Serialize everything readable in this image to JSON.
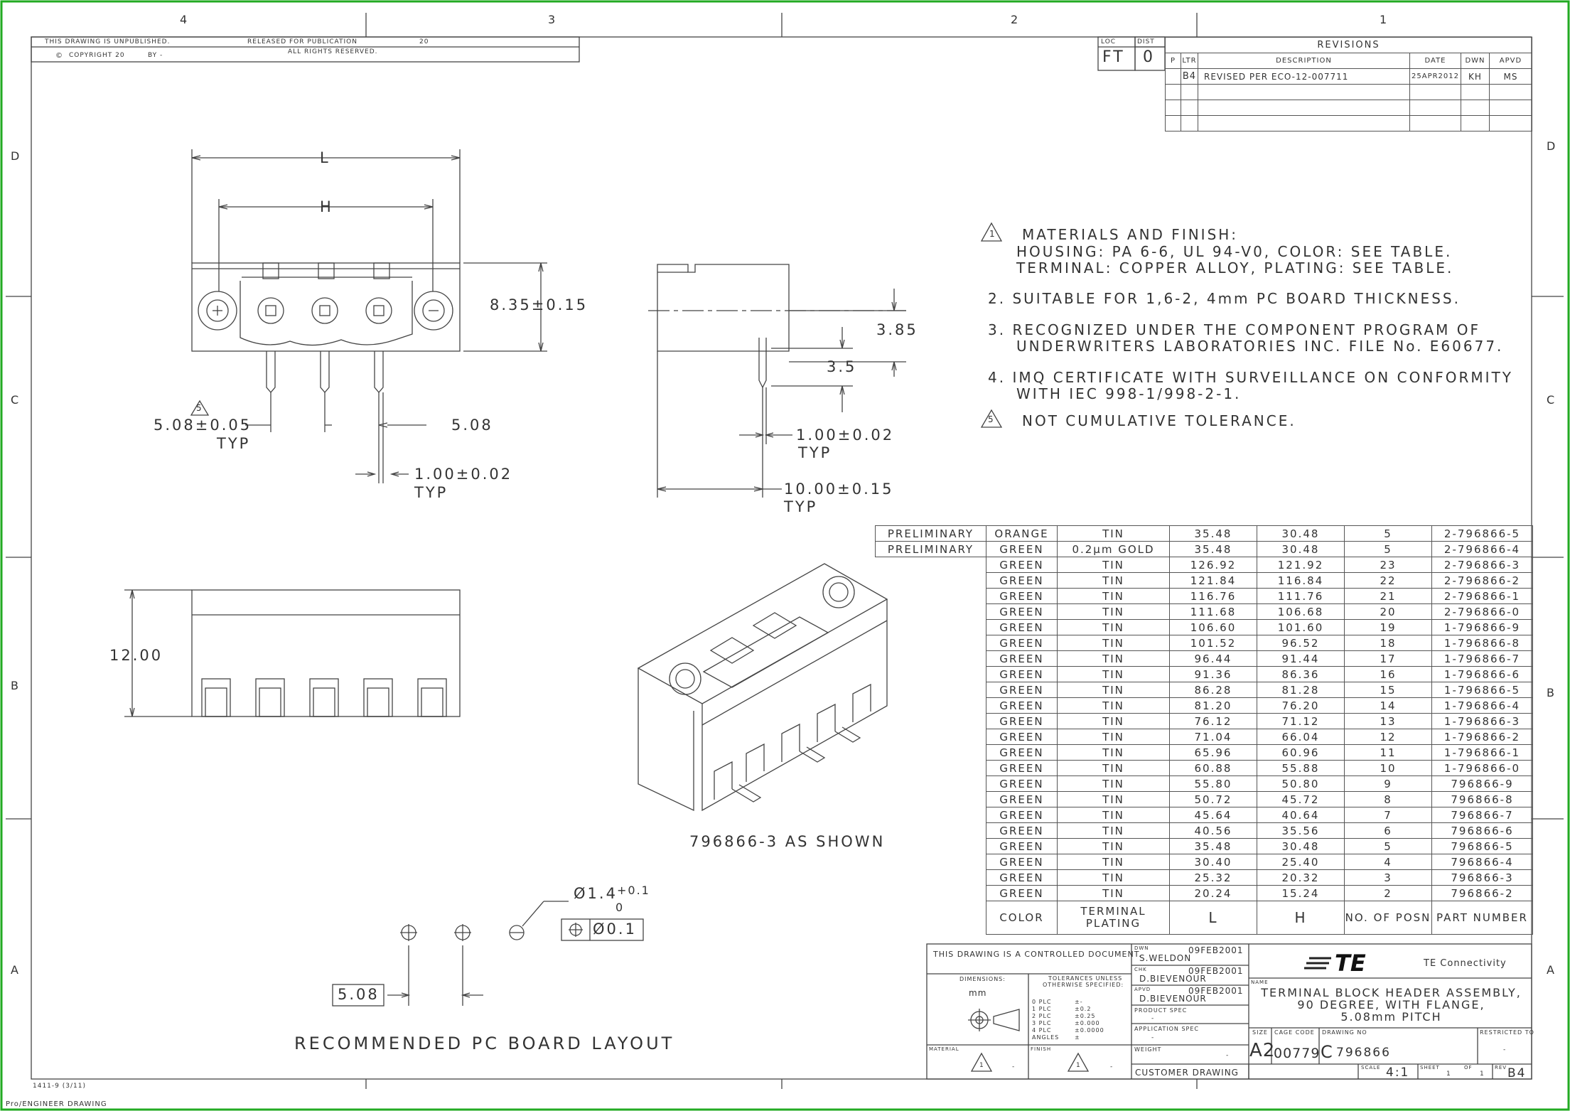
{
  "header": {
    "unpublished": "THIS DRAWING IS UNPUBLISHED.",
    "released": "RELEASED FOR PUBLICATION",
    "year": "20",
    "copyright": "COPYRIGHT 20",
    "by": "BY -",
    "rights": "ALL RIGHTS RESERVED."
  },
  "border": {
    "columns": [
      "4",
      "3",
      "2",
      "1"
    ],
    "rows": [
      "D",
      "C",
      "B",
      "A"
    ]
  },
  "loc": {
    "loc_label": "LOC",
    "loc_value": "FT",
    "dist_label": "DIST",
    "dist_value": "0"
  },
  "revisions": {
    "title": "REVISIONS",
    "headers": [
      "P",
      "LTR",
      "DESCRIPTION",
      "DATE",
      "DWN",
      "APVD"
    ],
    "rows": [
      {
        "ltr": "B4",
        "desc": "REVISED PER ECO-12-007711",
        "date": "25APR2012",
        "dwn": "KH",
        "apvd": "MS"
      }
    ]
  },
  "notes": {
    "n1_head": "MATERIALS AND FINISH:",
    "n1_l2": "HOUSING: PA 6-6, UL 94-V0, COLOR: SEE TABLE.",
    "n1_l3": "TERMINAL: COPPER ALLOY, PLATING: SEE TABLE.",
    "n1_flag": "1",
    "n2": "2. SUITABLE FOR 1,6-2, 4mm PC BOARD THICKNESS.",
    "n3_l1": "3. RECOGNIZED UNDER THE COMPONENT PROGRAM OF",
    "n3_l2": "UNDERWRITERS LABORATORIES INC. FILE No. E60677.",
    "n4_l1": "4. IMQ CERTIFICATE WITH SURVEILLANCE ON CONFORMITY",
    "n4_l2": "WITH IEC 998-1/998-2-1.",
    "n5": "NOT CUMULATIVE TOLERANCE.",
    "n5_flag": "5"
  },
  "dims": {
    "L": "L",
    "H": "H",
    "height": "8.35±0.15",
    "pitch_tol": "5.08±0.05",
    "typ": "TYP",
    "pitch": "5.08",
    "pin": "1.00±0.02",
    "flag5": "5",
    "side_385": "3.85",
    "side_35": "3.5",
    "side_pin": "1.00±0.02",
    "side_depth": "10.00±0.15",
    "bottom_h": "12.00",
    "iso_caption": "796866-3  AS SHOWN",
    "hole_dia": "Ø1.4",
    "hole_plus": "+0.1",
    "hole_minus": "0",
    "tol_pos": "Ø0.1",
    "pcb_pitch": "5.08",
    "pcb_caption": "RECOMMENDED PC BOARD LAYOUT"
  },
  "parts_table": {
    "headers": [
      "COLOR",
      "TERMINAL PLATING",
      "L",
      "H",
      "NO. OF POSN",
      "PART NUMBER"
    ],
    "rows": [
      {
        "status": "PRELIMINARY",
        "color": "ORANGE",
        "plating": "TIN",
        "L": "35.48",
        "H": "30.48",
        "posn": "5",
        "part": "2-796866-5"
      },
      {
        "status": "PRELIMINARY",
        "color": "GREEN",
        "plating": "0.2µm GOLD",
        "L": "35.48",
        "H": "30.48",
        "posn": "5",
        "part": "2-796866-4"
      },
      {
        "status": "",
        "color": "GREEN",
        "plating": "TIN",
        "L": "126.92",
        "H": "121.92",
        "posn": "23",
        "part": "2-796866-3"
      },
      {
        "status": "",
        "color": "GREEN",
        "plating": "TIN",
        "L": "121.84",
        "H": "116.84",
        "posn": "22",
        "part": "2-796866-2"
      },
      {
        "status": "",
        "color": "GREEN",
        "plating": "TIN",
        "L": "116.76",
        "H": "111.76",
        "posn": "21",
        "part": "2-796866-1"
      },
      {
        "status": "",
        "color": "GREEN",
        "plating": "TIN",
        "L": "111.68",
        "H": "106.68",
        "posn": "20",
        "part": "2-796866-0"
      },
      {
        "status": "",
        "color": "GREEN",
        "plating": "TIN",
        "L": "106.60",
        "H": "101.60",
        "posn": "19",
        "part": "1-796866-9"
      },
      {
        "status": "",
        "color": "GREEN",
        "plating": "TIN",
        "L": "101.52",
        "H": "96.52",
        "posn": "18",
        "part": "1-796866-8"
      },
      {
        "status": "",
        "color": "GREEN",
        "plating": "TIN",
        "L": "96.44",
        "H": "91.44",
        "posn": "17",
        "part": "1-796866-7"
      },
      {
        "status": "",
        "color": "GREEN",
        "plating": "TIN",
        "L": "91.36",
        "H": "86.36",
        "posn": "16",
        "part": "1-796866-6"
      },
      {
        "status": "",
        "color": "GREEN",
        "plating": "TIN",
        "L": "86.28",
        "H": "81.28",
        "posn": "15",
        "part": "1-796866-5"
      },
      {
        "status": "",
        "color": "GREEN",
        "plating": "TIN",
        "L": "81.20",
        "H": "76.20",
        "posn": "14",
        "part": "1-796866-4"
      },
      {
        "status": "",
        "color": "GREEN",
        "plating": "TIN",
        "L": "76.12",
        "H": "71.12",
        "posn": "13",
        "part": "1-796866-3"
      },
      {
        "status": "",
        "color": "GREEN",
        "plating": "TIN",
        "L": "71.04",
        "H": "66.04",
        "posn": "12",
        "part": "1-796866-2"
      },
      {
        "status": "",
        "color": "GREEN",
        "plating": "TIN",
        "L": "65.96",
        "H": "60.96",
        "posn": "11",
        "part": "1-796866-1"
      },
      {
        "status": "",
        "color": "GREEN",
        "plating": "TIN",
        "L": "60.88",
        "H": "55.88",
        "posn": "10",
        "part": "1-796866-0"
      },
      {
        "status": "",
        "color": "GREEN",
        "plating": "TIN",
        "L": "55.80",
        "H": "50.80",
        "posn": "9",
        "part": "796866-9"
      },
      {
        "status": "",
        "color": "GREEN",
        "plating": "TIN",
        "L": "50.72",
        "H": "45.72",
        "posn": "8",
        "part": "796866-8"
      },
      {
        "status": "",
        "color": "GREEN",
        "plating": "TIN",
        "L": "45.64",
        "H": "40.64",
        "posn": "7",
        "part": "796866-7"
      },
      {
        "status": "",
        "color": "GREEN",
        "plating": "TIN",
        "L": "40.56",
        "H": "35.56",
        "posn": "6",
        "part": "796866-6"
      },
      {
        "status": "",
        "color": "GREEN",
        "plating": "TIN",
        "L": "35.48",
        "H": "30.48",
        "posn": "5",
        "part": "796866-5"
      },
      {
        "status": "",
        "color": "GREEN",
        "plating": "TIN",
        "L": "30.40",
        "H": "25.40",
        "posn": "4",
        "part": "796866-4"
      },
      {
        "status": "",
        "color": "GREEN",
        "plating": "TIN",
        "L": "25.32",
        "H": "20.32",
        "posn": "3",
        "part": "796866-3"
      },
      {
        "status": "",
        "color": "GREEN",
        "plating": "TIN",
        "L": "20.24",
        "H": "15.24",
        "posn": "2",
        "part": "796866-2"
      }
    ]
  },
  "title_block": {
    "controlled": "THIS DRAWING IS A CONTROLLED DOCUMENT.",
    "dwn_label": "DWN",
    "dwn_name": "S.WELDON",
    "dwn_date": "09FEB2001",
    "chk_label": "CHK",
    "chk_name": "D.BIEVENOUR",
    "chk_date": "09FEB2001",
    "apvd_label": "APVD",
    "apvd_name": "D.BIEVENOUR",
    "apvd_date": "09FEB2001",
    "dimensions_label": "DIMENSIONS:",
    "units": "mm",
    "tol_title_1": "TOLERANCES UNLESS",
    "tol_title_2": "OTHERWISE SPECIFIED:",
    "tol_rows": [
      {
        "k": "0 PLC",
        "v": "±-"
      },
      {
        "k": "1 PLC",
        "v": "±0.2"
      },
      {
        "k": "2 PLC",
        "v": "±0.25"
      },
      {
        "k": "3 PLC",
        "v": "±0.000"
      },
      {
        "k": "4 PLC",
        "v": "±0.0000"
      },
      {
        "k": "ANGLES",
        "v": "±"
      }
    ],
    "product_spec": "PRODUCT SPEC",
    "product_spec_val": "-",
    "application_spec": "APPLICATION SPEC",
    "application_spec_val": "-",
    "weight": "WEIGHT",
    "weight_val": "-",
    "material": "MATERIAL",
    "material_val": "-",
    "finish": "FINISH",
    "finish_val": "-",
    "flag": "1",
    "customer": "CUSTOMER DRAWING",
    "logo": "TE",
    "company": "TE Connectivity",
    "name_label": "NAME",
    "name_l1": "TERMINAL BLOCK HEADER ASSEMBLY,",
    "name_l2": "90 DEGREE, WITH FLANGE,",
    "name_l3": "5.08mm PITCH",
    "size_label": "SIZE",
    "size": "A2",
    "cage_label": "CAGE CODE",
    "cage": "00779",
    "dwgno_label": "DRAWING NO",
    "dwgno_prefix": "C",
    "dwgno": "796866",
    "restricted_label": "RESTRICTED TO",
    "restricted": "-",
    "scale_label": "SCALE",
    "scale": "4:1",
    "sheet_label": "SHEET",
    "sheet": "1",
    "of_label": "OF",
    "of": "1",
    "rev_label": "REV",
    "rev": "B4"
  },
  "footer": {
    "form": "1411-9 (3/11)",
    "software": "Pro/ENGINEER DRAWING"
  }
}
